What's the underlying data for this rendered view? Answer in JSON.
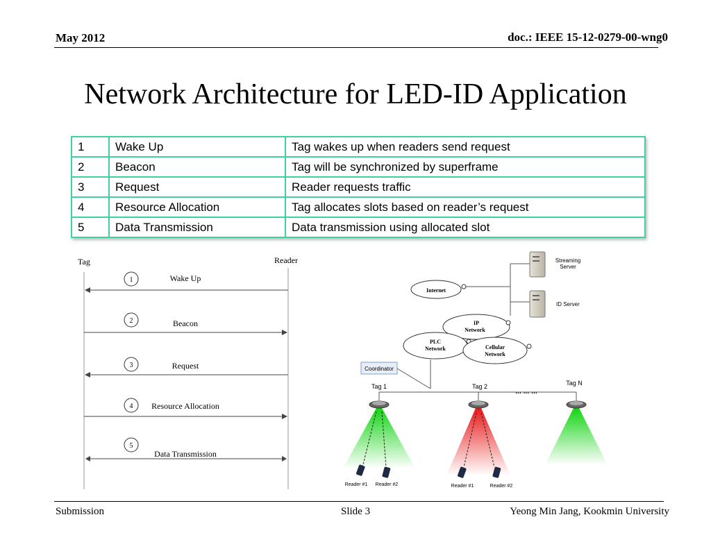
{
  "header": {
    "date": "May 2012",
    "doc": "doc.: IEEE 15-12-0279-00-wng0"
  },
  "title": "Network Architecture for LED-ID Application",
  "table": [
    {
      "num": "1",
      "name": "Wake Up",
      "desc": "Tag wakes up when readers send request"
    },
    {
      "num": "2",
      "name": "Beacon",
      "desc": "Tag will be synchronized by superframe"
    },
    {
      "num": "3",
      "name": "Request",
      "desc": "Reader requests traffic"
    },
    {
      "num": "4",
      "name": "Resource Allocation",
      "desc": "Tag allocates slots based on reader’s request"
    },
    {
      "num": "5",
      "name": "Data Transmission",
      "desc": "Data transmission using allocated slot"
    }
  ],
  "sequence": {
    "tag_label": "Tag",
    "reader_label": "Reader",
    "steps": [
      {
        "num": "1",
        "label": "Wake Up"
      },
      {
        "num": "2",
        "label": "Beacon"
      },
      {
        "num": "3",
        "label": "Request"
      },
      {
        "num": "4",
        "label": "Resource Allocation"
      },
      {
        "num": "5",
        "label": "Data Transmission"
      }
    ]
  },
  "network": {
    "streaming_server": [
      "Streaming",
      "Server"
    ],
    "id_server": "ID Server",
    "internet": "Internet",
    "ip_network": [
      "IP",
      "Network"
    ],
    "plc_network": [
      "PLC",
      "Network"
    ],
    "cellular_network": [
      "Cellular",
      "Network"
    ],
    "coordinator": "Coordinator",
    "tag1": "Tag 1",
    "tag2": "Tag 2",
    "tagn": "Tag N",
    "dots": "…  …  …",
    "reader1": "Reader #1",
    "reader2": "Reader #2"
  },
  "footer": {
    "left": "Submission",
    "center": "Slide 3",
    "right": "Yeong Min Jang, Kookmin University"
  }
}
